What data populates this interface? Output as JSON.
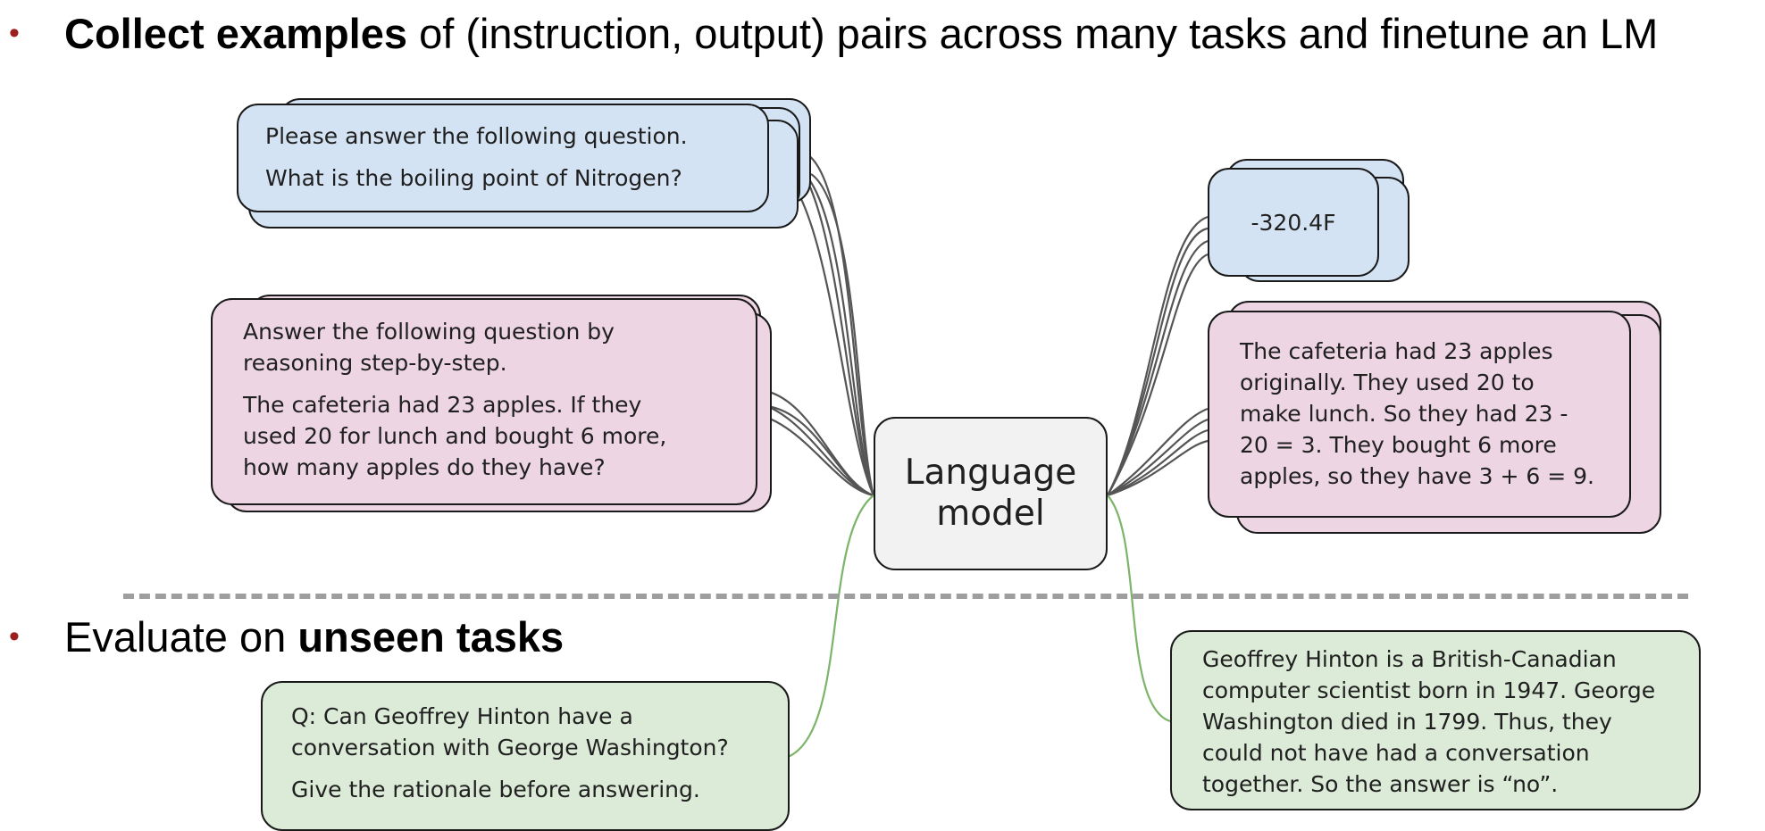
{
  "bullets": [
    {
      "bold": "Collect examples",
      "rest": " of (instruction, output) pairs across many tasks and finetune an LM"
    },
    {
      "lead": "Evaluate on ",
      "bold": "unseen tasks"
    }
  ],
  "bullet_marker": "•",
  "model_label": [
    "Language",
    "model"
  ],
  "train_inputs": [
    {
      "lines": [
        "Please answer the following question.",
        "What is the boiling point of Nitrogen?"
      ]
    },
    {
      "lines": [
        "Answer the following question by",
        "reasoning step-by-step.",
        "The cafeteria had 23 apples. If they",
        "used 20 for lunch and bought 6 more,",
        "how many apples do they have?"
      ]
    }
  ],
  "train_outputs": [
    {
      "lines": [
        "-320.4F"
      ]
    },
    {
      "lines": [
        "The cafeteria had 23 apples",
        "originally. They used 20 to",
        "make lunch. So they had 23 -",
        "20 = 3. They bought 6 more",
        "apples, so they have 3 + 6 = 9."
      ]
    }
  ],
  "eval_input": {
    "lines": [
      "Q: Can Geoffrey Hinton have a",
      "conversation with George Washington?",
      "Give the rationale before answering."
    ]
  },
  "eval_output": {
    "lines": [
      "Geoffrey Hinton is a British-Canadian",
      "computer scientist born in 1947. George",
      "Washington died in 1799. Thus, they",
      "could not have had a conversation",
      "together. So the answer is “no”."
    ]
  },
  "colors": {
    "bullet_marker": "#9c1f1f",
    "blue_card": "#d4e3f3",
    "pink_card": "#edd5e3",
    "green_card": "#dcebd8",
    "model_box": "#f2f2f2",
    "dashed_divider": "#9e9e9e",
    "train_wire": "#555555",
    "eval_wire": "#7cb46a"
  }
}
